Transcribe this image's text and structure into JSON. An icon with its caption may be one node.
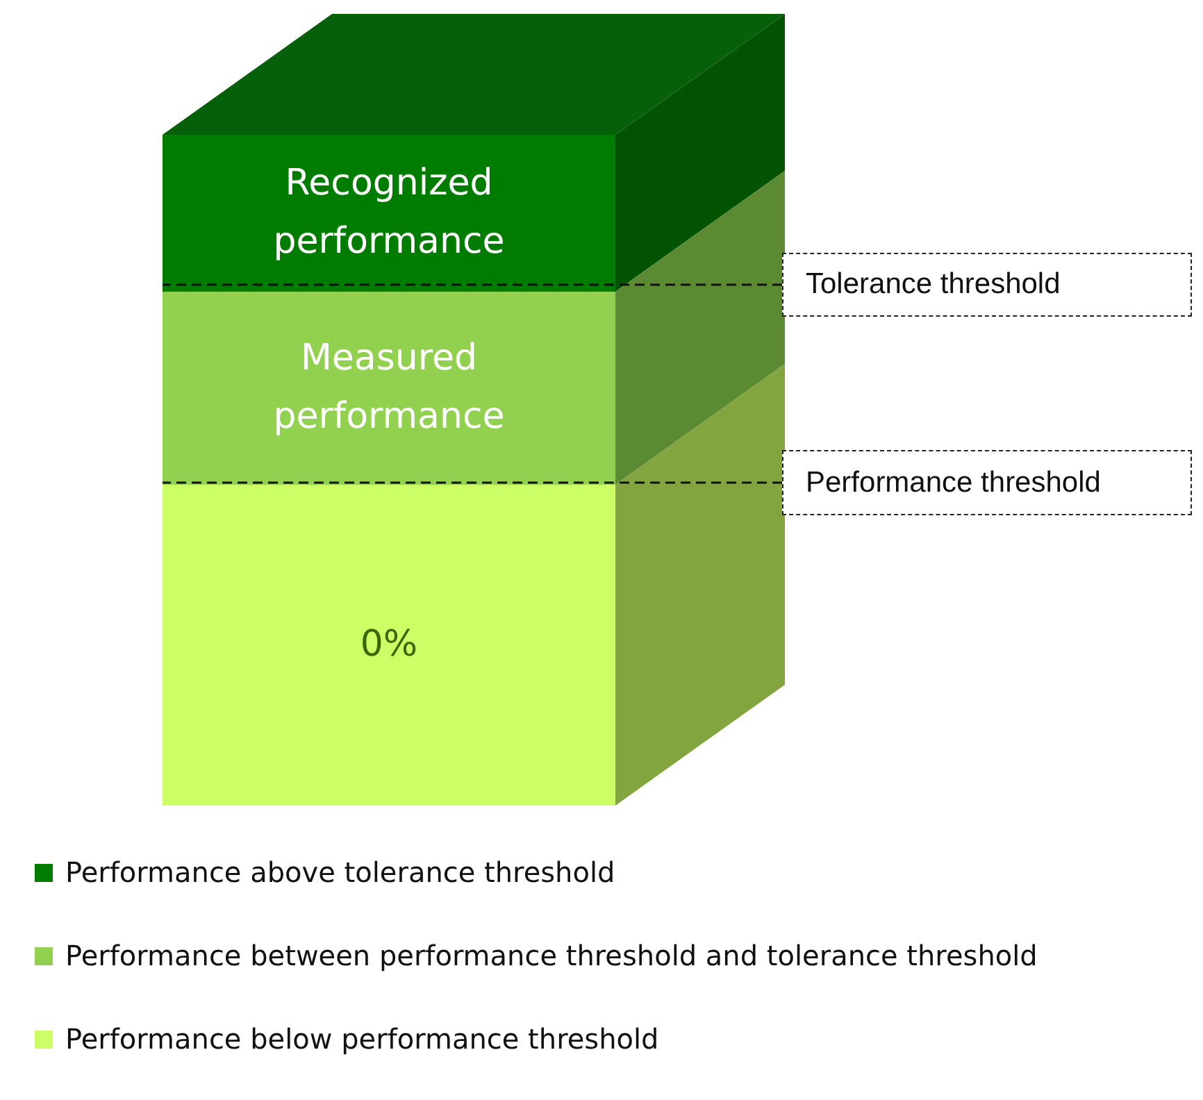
{
  "diagram": {
    "nodes": [
      {
        "text": [
          "Recognized performance"
        ]
      },
      {
        "text": [
          "Measured performance"
        ]
      },
      {
        "text": [
          "0%"
        ]
      },
      {
        "text": [
          "Tolerance threshold"
        ]
      },
      {
        "text": [
          "Performance threshold"
        ]
      }
    ],
    "edges": [
      {
        "from": 3,
        "to": 0,
        "arrow": "none",
        "style": "dashed"
      },
      {
        "from": 4,
        "to": 1,
        "arrow": "none",
        "style": "dashed"
      }
    ],
    "legend": [
      {
        "text": "Performance above tolerance threshold",
        "color": "#007c00"
      },
      {
        "text": "Performance between performance threshold and tolerance threshold",
        "color": "#92d050"
      },
      {
        "text": "Performance below performance threshold",
        "color": "#ccff66"
      }
    ]
  }
}
